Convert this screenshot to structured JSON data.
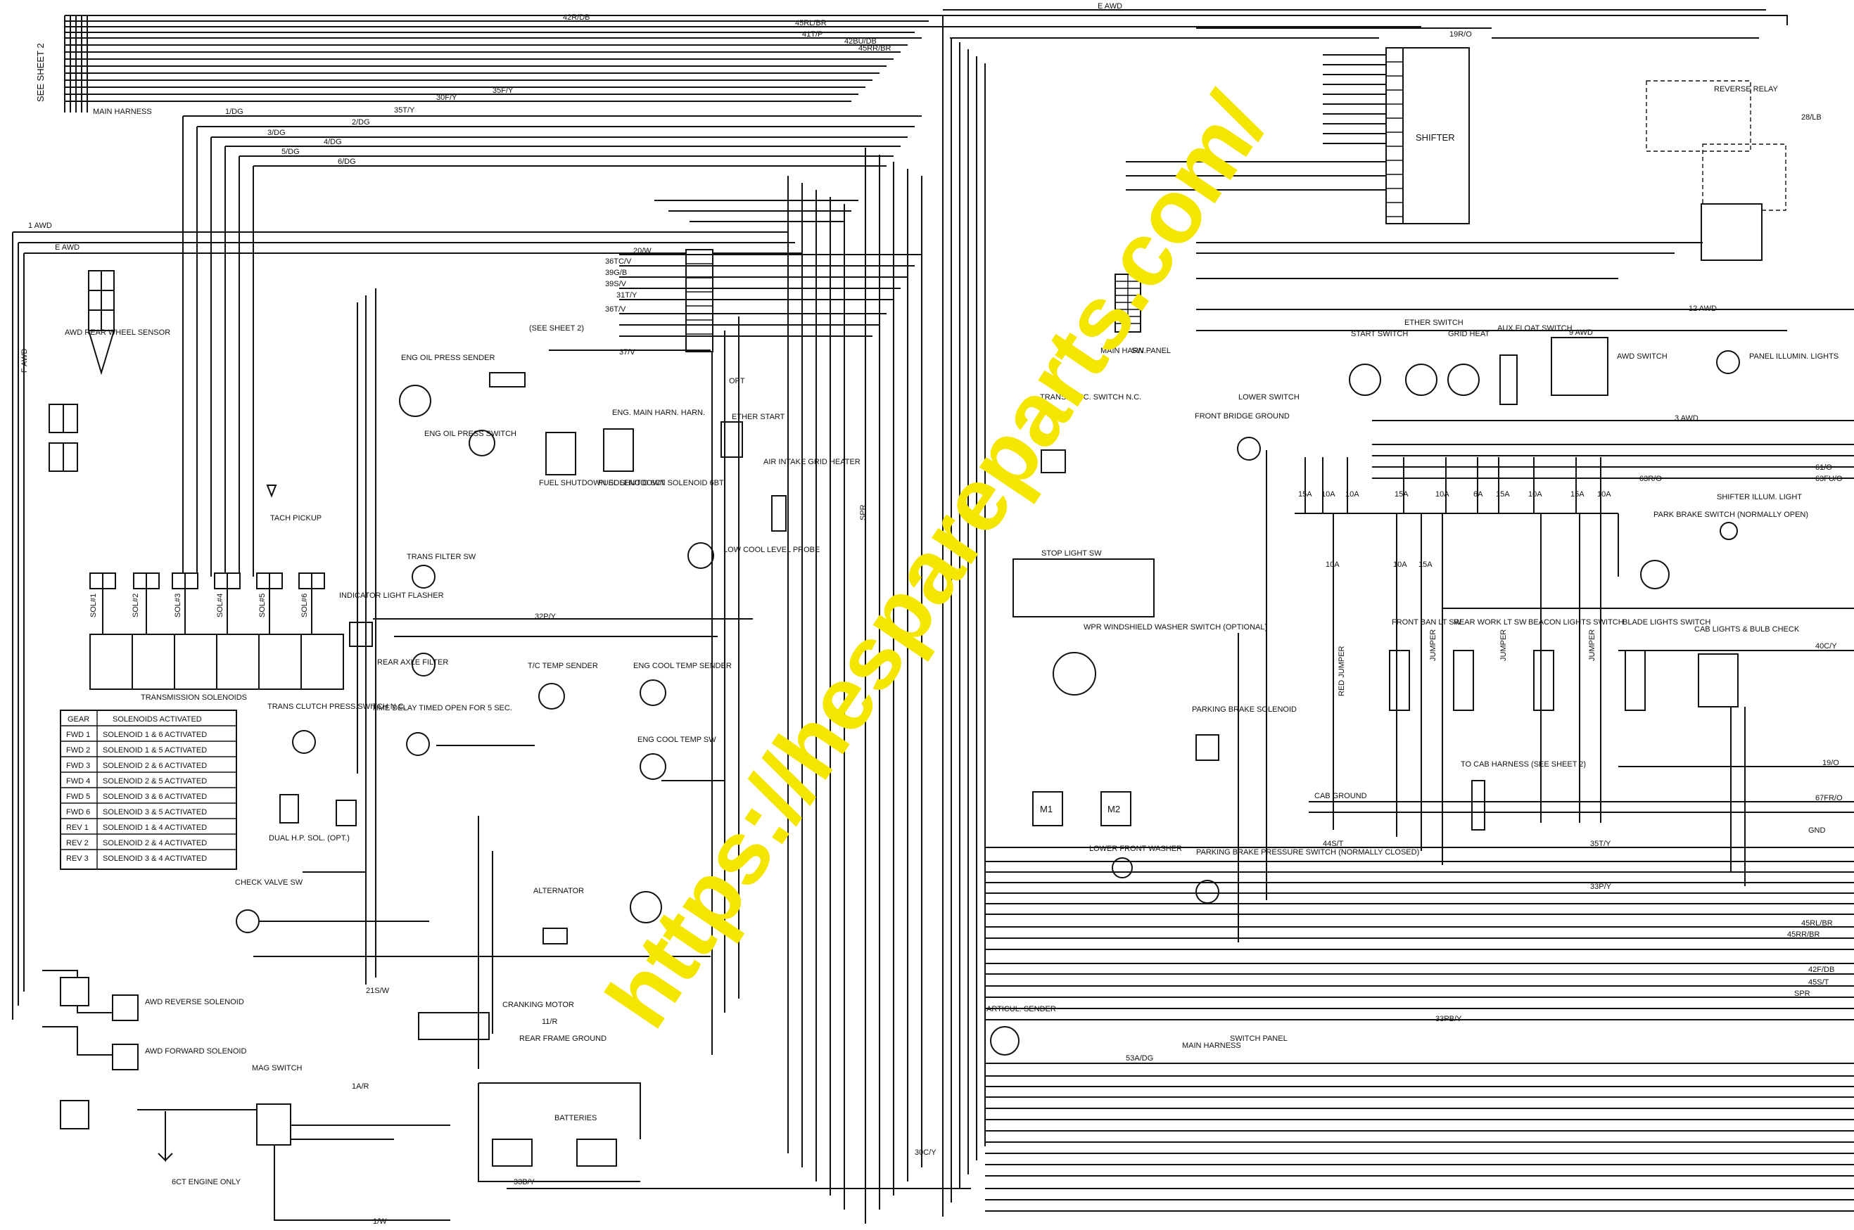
{
  "title": "See Sheet 2",
  "colors": {
    "ink": "#111111",
    "watermark": "#f4e600",
    "background": "#ffffff"
  },
  "watermark": "https://hespareparts.com/",
  "top_bus": [
    {
      "label": "E AWD"
    },
    {
      "label": "42R/DB"
    },
    {
      "label": "45RL/BR"
    },
    {
      "label": "41T/P"
    },
    {
      "label": "42BU/DB"
    },
    {
      "label": "45RR/BR"
    },
    {
      "label": "35F/Y"
    },
    {
      "label": "30F/Y"
    },
    {
      "label": "35T/Y"
    }
  ],
  "left_labels": {
    "main_harness": "MAIN HARNESS",
    "see_sheet": "SEE SHEET 2",
    "awd_sensor": "AWD REAR WHEEL SENSOR",
    "trans_solenoids": "TRANSMISSION SOLENOIDS",
    "solenoids": [
      "SOL#1",
      "SOL#2",
      "SOL#3",
      "SOL#4",
      "SOL#5",
      "SOL#6"
    ],
    "awd_reverse": "AWD REVERSE SOLENOID",
    "awd_forward": "AWD FORWARD SOLENOID",
    "mag_switch": "MAG SWITCH",
    "check_valve": "CHECK VALVE SW",
    "engine_note": "6CT ENGINE ONLY",
    "wire_1awd": "1 AWD",
    "wire_eawd": "E AWD",
    "wire_fawd": "F AWD"
  },
  "gear_table": {
    "headers": [
      "GEAR",
      "SOLENOIDS ACTIVATED"
    ],
    "rows": [
      [
        "FWD 1",
        "SOLENOID 1 & 6 ACTIVATED"
      ],
      [
        "FWD 2",
        "SOLENOID 1 & 5 ACTIVATED"
      ],
      [
        "FWD 3",
        "SOLENOID 2 & 6 ACTIVATED"
      ],
      [
        "FWD 4",
        "SOLENOID 2 & 5 ACTIVATED"
      ],
      [
        "FWD 5",
        "SOLENOID 3 & 6 ACTIVATED"
      ],
      [
        "FWD 6",
        "SOLENOID 3 & 5 ACTIVATED"
      ],
      [
        "REV 1",
        "SOLENOID 1 & 4 ACTIVATED"
      ],
      [
        "REV 2",
        "SOLENOID 2 & 4 ACTIVATED"
      ],
      [
        "REV 3",
        "SOLENOID 3 & 4 ACTIVATED"
      ]
    ]
  },
  "center_labels": {
    "eng_oil_press_sender": "ENG OIL PRESS SENDER",
    "eng_oil_press_switch": "ENG OIL PRESS SWITCH",
    "fuel_shutdown_6ct": "FUEL SHUTDOWN SOLENOID 6CT",
    "fuel_shutdown_6bt": "FUEL SHUTDOWN SOLENOID 6BT",
    "eng_main_harn": "ENG. MAIN HARN. HARN.",
    "ether_start": "ETHER START",
    "air_intake": "AIR INTAKE GRID HEATER",
    "low_cool": "LOW COOL LEVEL PROBE",
    "tach_pickup": "TACH PICKUP",
    "trans_filter": "TRANS FILTER SW",
    "indicator_flasher": "INDICATOR LIGHT FLASHER",
    "rear_axle_filter": "REAR AXLE FILTER",
    "tc_temp": "T/C TEMP SENDER",
    "eng_cool_temp_sender": "ENG COOL TEMP SENDER",
    "eng_cool_temp_sw": "ENG COOL TEMP SW",
    "trans_clutch": "TRANS CLUTCH PRESS.SWITCH N.C.",
    "time_delay": "TIME DELAY TIMED OPEN FOR 5 SEC.",
    "dual_hp": "DUAL H.P. SOL. (OPT.)",
    "alternator": "ALTERNATOR",
    "cranking_motor": "CRANKING MOTOR",
    "rear_frame_ground": "REAR FRAME GROUND",
    "batteries": "BATTERIES",
    "see_sheet2": "(SEE SHEET 2)",
    "opt": "OPT"
  },
  "right_labels": {
    "shifter": "SHIFTER",
    "reverse_relay": "REVERSE RELAY",
    "main_harn_panel": "MAIN HARN.",
    "sw_panel": "SW PANEL",
    "trans_disc": "TRANS. DISC. SWITCH N.C.",
    "stop_light": "STOP LIGHT SW",
    "wiper": "WPR WINDSHIELD WASHER SWITCH (OPTIONAL)",
    "m1": "M1",
    "m2": "M2",
    "lower_front_washer": "LOWER FRONT WASHER",
    "parking_brake_sol": "PARKING BRAKE SOLENOID",
    "parking_brake_press": "PARKING BRAKE PRESSURE SWITCH (NORMALLY CLOSED)",
    "cab_ground": "CAB GROUND",
    "front_bridge_ground": "FRONT BRIDGE GROUND",
    "lower_switch": "LOWER SWITCH",
    "start_switch": "START SWITCH",
    "ether_switch": "ETHER SWITCH",
    "grid_heat": "GRID HEAT",
    "aux_float": "AUX FLOAT SWITCH",
    "awd_switch": "AWD SWITCH",
    "panel_illum": "PANEL ILLUMIN. LIGHTS",
    "park_brake_switch": "PARK BRAKE SWITCH (NORMALLY OPEN)",
    "shifter_illum": "SHIFTER ILLUM. LIGHT",
    "front_ban_sw": "FRONT BAN LT SW",
    "rear_work_sw": "REAR WORK LT SW",
    "beacon_sw": "BEACON LIGHTS SWITCH",
    "blade_sw": "BLADE LIGHTS SWITCH",
    "cab_lights_check": "CAB LIGHTS & BULB CHECK",
    "to_cab_harness": "TO CAB HARNESS (SEE SHEET 2)",
    "articul_sender": "ARTICUL. SENDER",
    "main_harness": "MAIN HARNESS",
    "switch_panel": "SWITCH PANEL",
    "red_jumper": "RED JUMPER",
    "jumper": "JUMPER",
    "spr": "SPR",
    "gnd": "GND"
  },
  "fuse_labels": [
    "15A",
    "10A",
    "10A",
    "15A",
    "10A",
    "6A",
    "15A",
    "10A",
    "15A",
    "10A",
    "10A",
    "10A",
    "15A"
  ],
  "wire_labels_left_bus": [
    "1/DG",
    "2/DG",
    "3/DG",
    "4/DG",
    "5/DG",
    "6/DG"
  ],
  "wire_labels_mid": [
    "20/W",
    "36TC/V",
    "39G/B",
    "39S/V",
    "31T/Y",
    "36T/V",
    "32P/Y",
    "53A/DG",
    "30C/Y",
    "37/V",
    "33B/Y",
    "21S/W",
    "11/R",
    "1A/R",
    "1/W"
  ],
  "wire_labels_right": [
    "19R/O",
    "28/LB",
    "12 AWD",
    "9 AWD",
    "3 AWD",
    "61/O",
    "63FU/O",
    "63R/O",
    "40C/Y",
    "19/O",
    "67FR/O",
    "44S/T",
    "35T/Y",
    "33P/Y",
    "45RL/BR",
    "45RR/BR",
    "42F/DB",
    "45S/T",
    "33PB/Y",
    "SPR"
  ]
}
